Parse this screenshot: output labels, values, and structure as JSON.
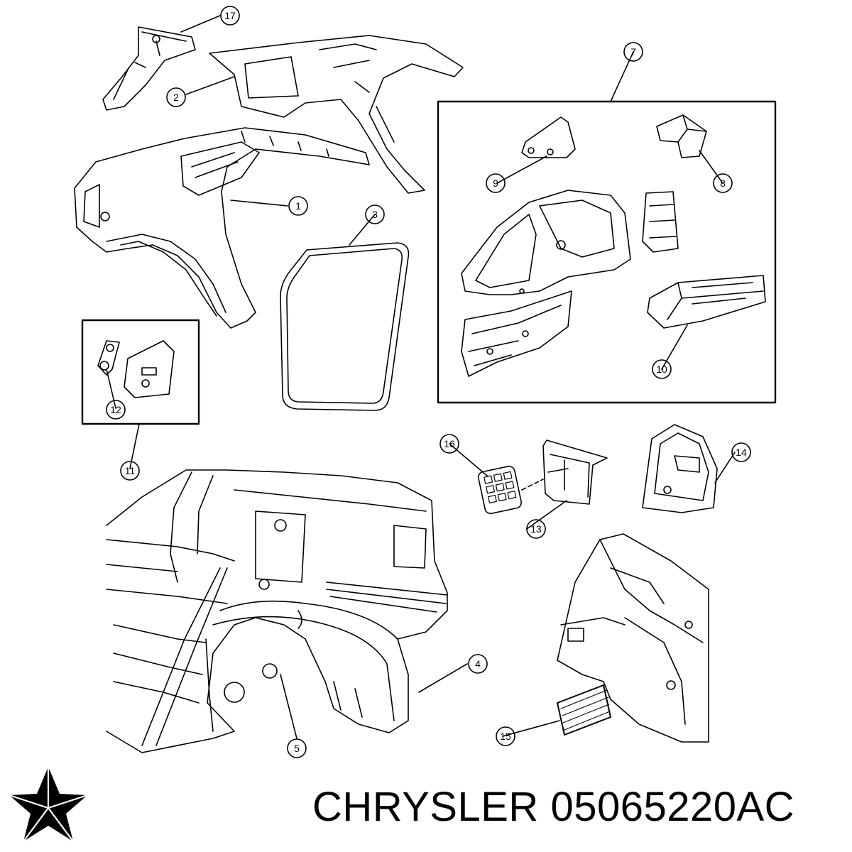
{
  "diagram": {
    "callouts": [
      "1",
      "2",
      "3",
      "4",
      "5",
      "7",
      "8",
      "9",
      "10",
      "11",
      "12",
      "13",
      "14",
      "15",
      "16",
      "17"
    ]
  },
  "footer": {
    "brand": "CHRYSLER",
    "part_number": "05065220AC",
    "logo_icon": "chrysler-pentastar-icon"
  },
  "colors": {
    "line": "#000000",
    "background": "#ffffff"
  }
}
